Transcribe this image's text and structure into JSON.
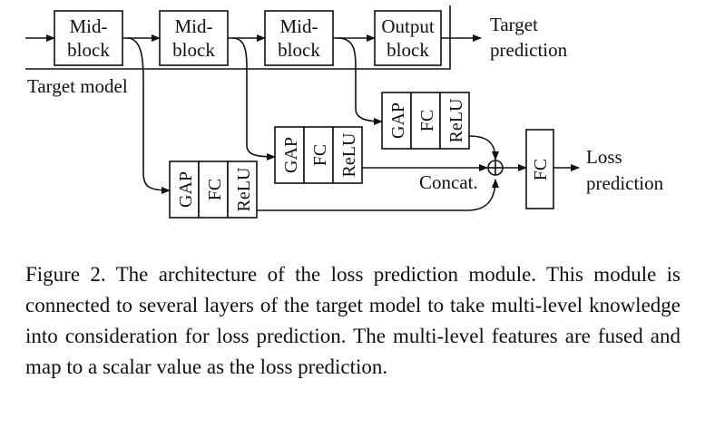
{
  "diagram": {
    "mid_block_label_line1": "Mid-",
    "mid_block_label_line2": "block",
    "output_block_line1": "Output",
    "output_block_line2": "block",
    "target_prediction_line1": "Target",
    "target_prediction_line2": "prediction",
    "target_model_label": "Target model",
    "gap_label": "GAP",
    "fc_label": "FC",
    "relu_label": "ReLU",
    "concat_label": "Concat.",
    "final_fc_label": "FC",
    "loss_prediction_line1": "Loss",
    "loss_prediction_line2": "prediction"
  },
  "caption": {
    "text": "Figure 2. The architecture of the loss prediction module. This module is connected to several layers of the target model to take multi-level knowledge into consideration for loss prediction. The multi-level features are fused and map to a scalar value as the loss prediction."
  }
}
